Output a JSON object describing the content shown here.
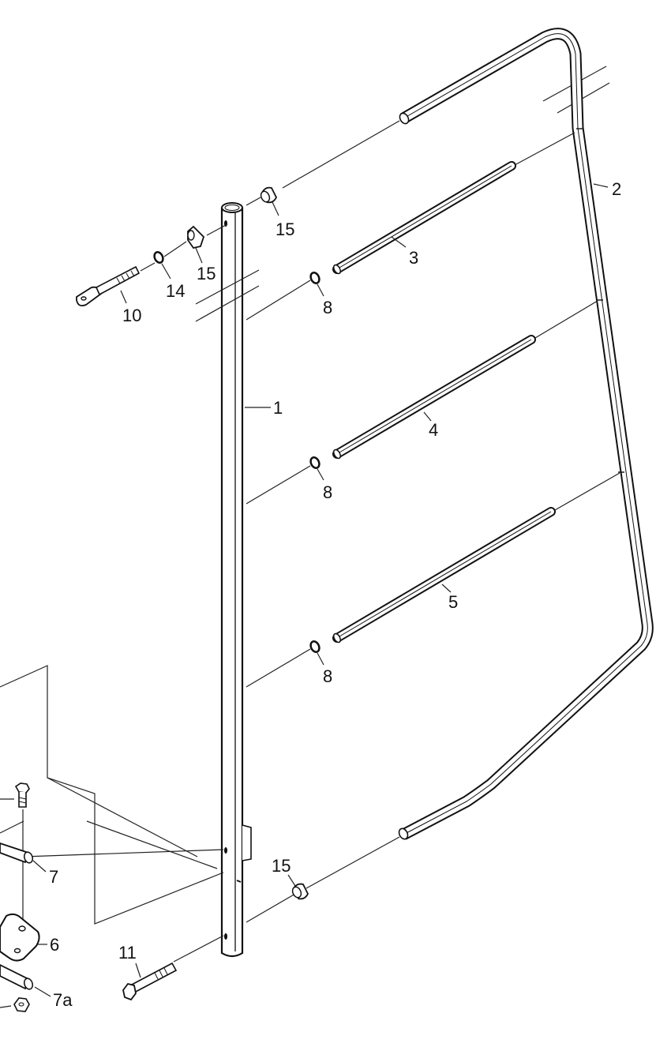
{
  "diagram": {
    "callouts": [
      {
        "id": "c1",
        "text": "1"
      },
      {
        "id": "c2",
        "text": "2"
      },
      {
        "id": "c3",
        "text": "3"
      },
      {
        "id": "c4",
        "text": "4"
      },
      {
        "id": "c5",
        "text": "5"
      },
      {
        "id": "c6",
        "text": "6"
      },
      {
        "id": "c7",
        "text": "7"
      },
      {
        "id": "c7a",
        "text": "7a"
      },
      {
        "id": "c8a",
        "text": "8"
      },
      {
        "id": "c8b",
        "text": "8"
      },
      {
        "id": "c8c",
        "text": "8"
      },
      {
        "id": "c10",
        "text": "10"
      },
      {
        "id": "c11",
        "text": "11"
      },
      {
        "id": "c14",
        "text": "14"
      },
      {
        "id": "c15a",
        "text": "15"
      },
      {
        "id": "c15b",
        "text": "15"
      },
      {
        "id": "c15c",
        "text": "15"
      }
    ]
  },
  "colors": {
    "line": "#111111",
    "background": "#ffffff"
  }
}
